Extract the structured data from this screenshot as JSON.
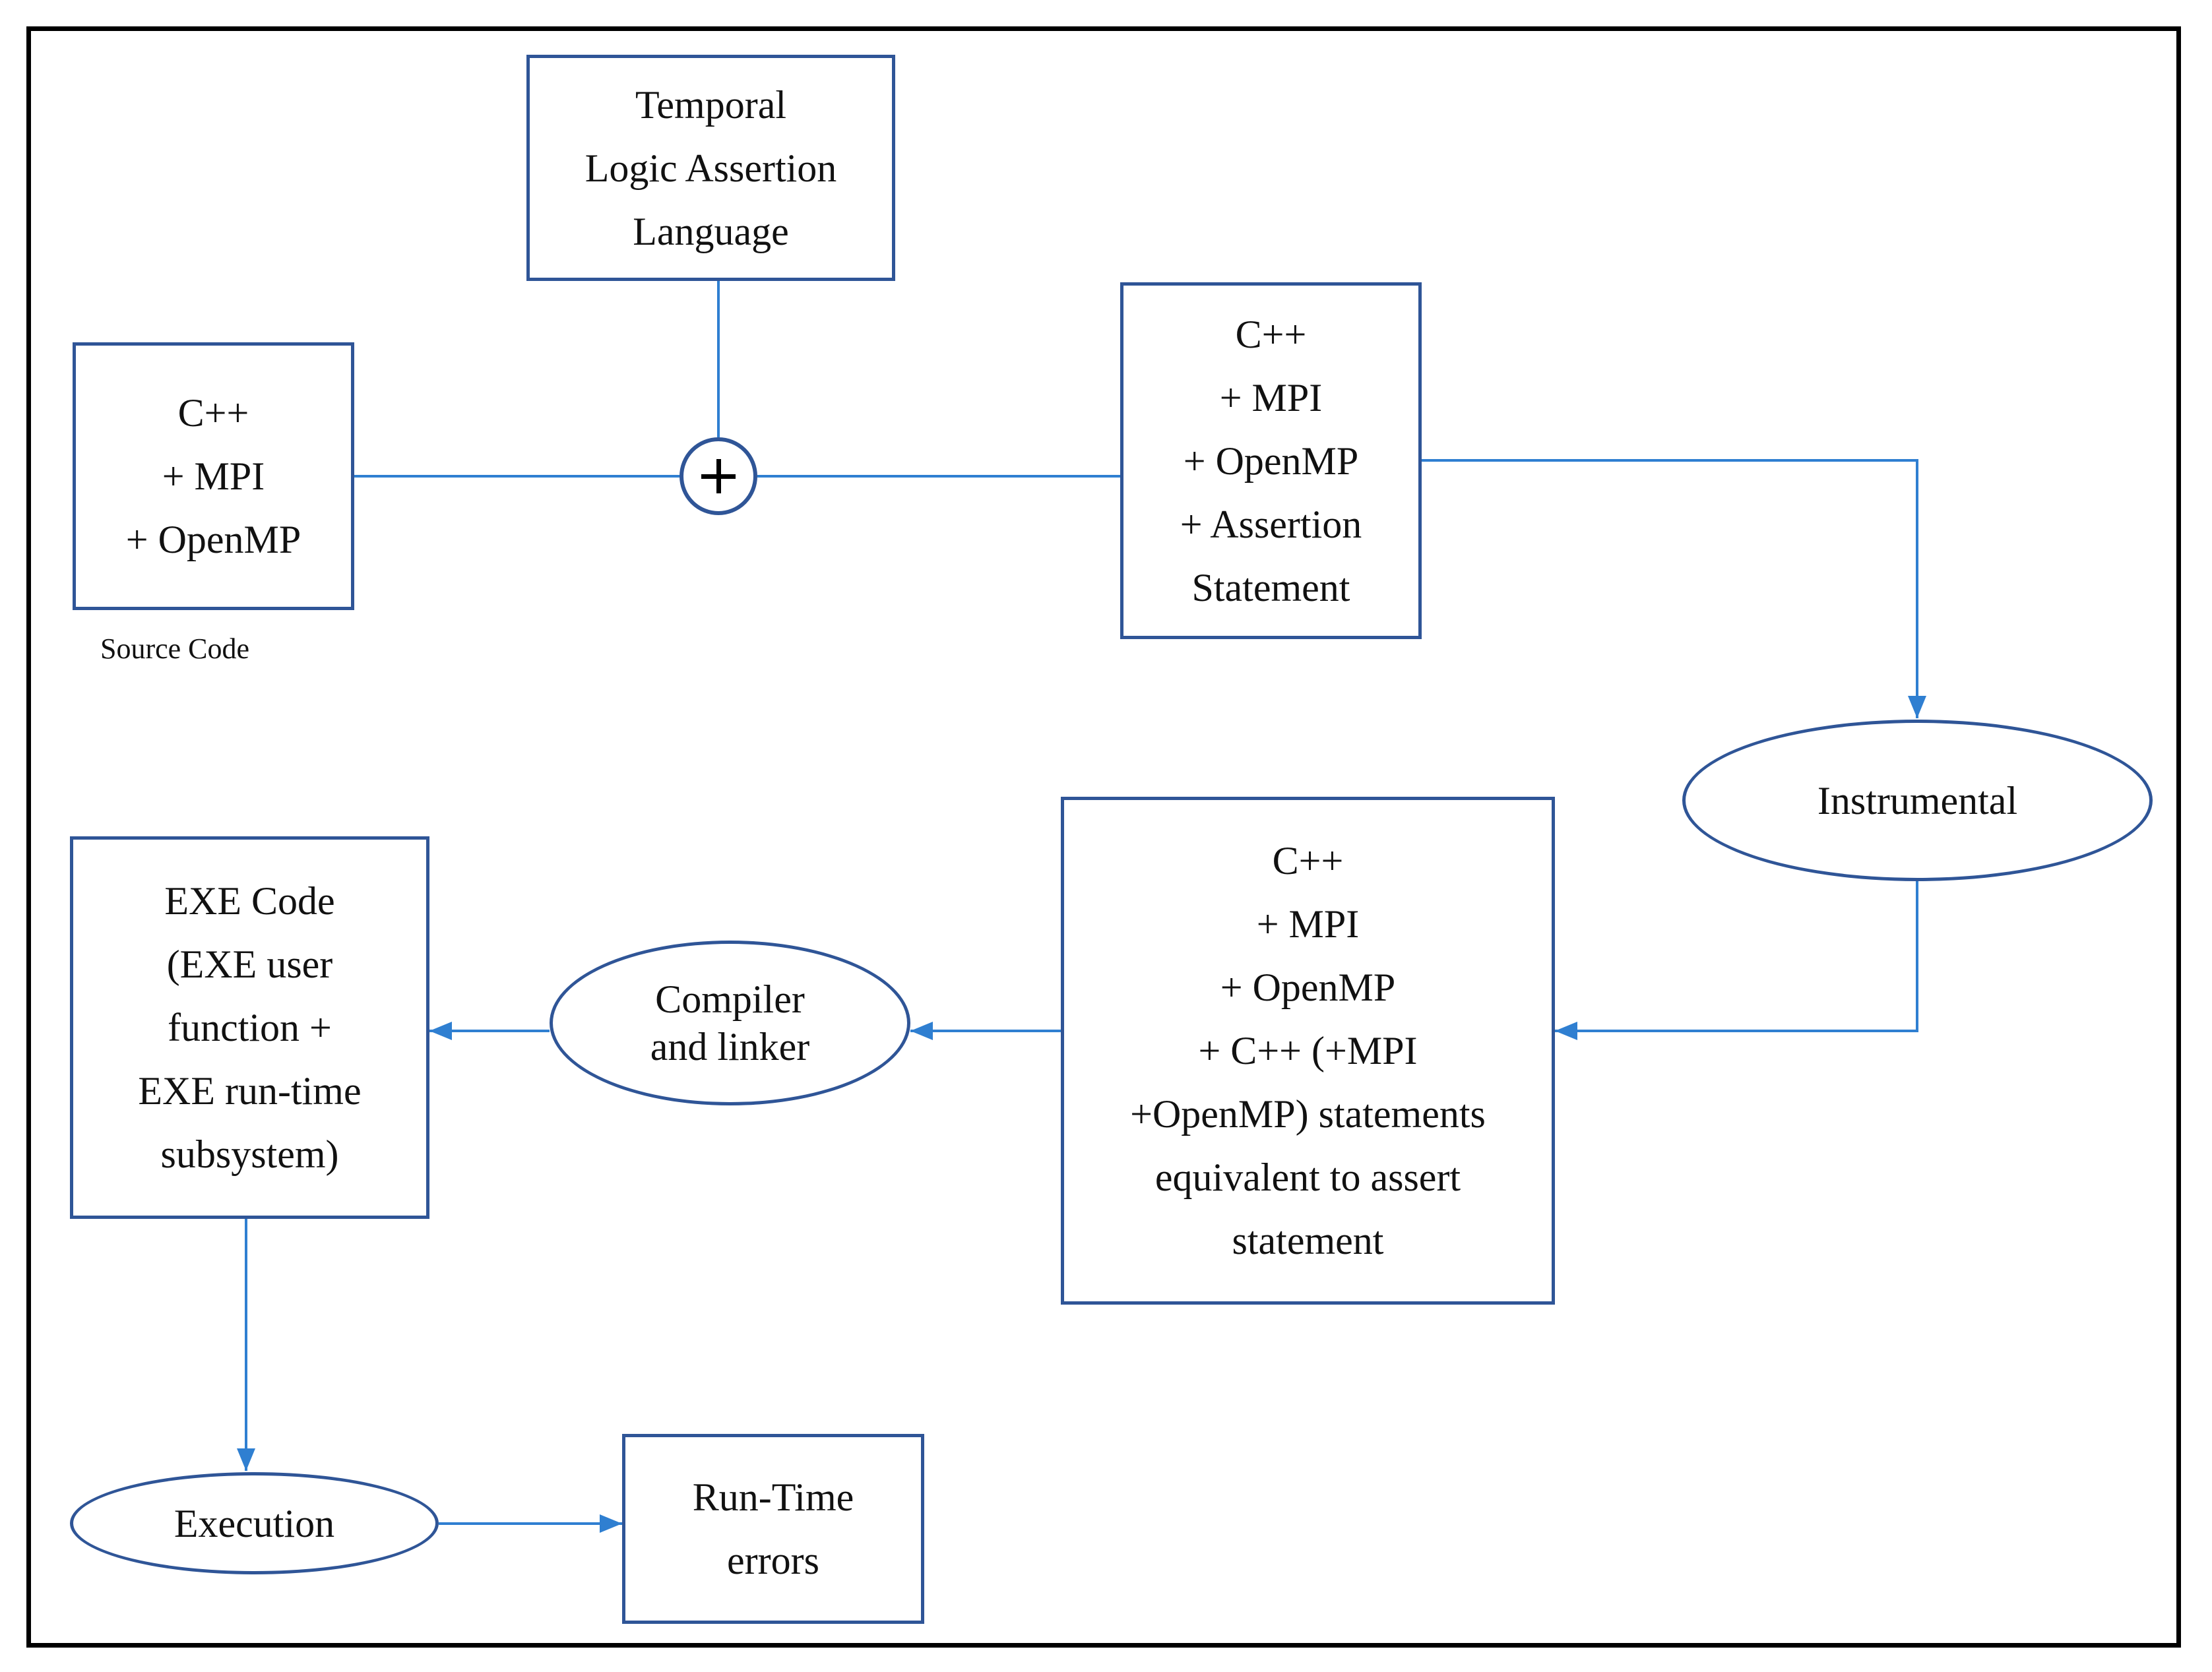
{
  "nodes": {
    "temporal_logic": [
      "Temporal",
      "Logic Assertion",
      "Language"
    ],
    "source_code": [
      "C++",
      "+ MPI",
      "+ OpenMP"
    ],
    "source_code_caption": "Source Code",
    "asserted_code": [
      "C++",
      "+ MPI",
      "+ OpenMP",
      "+ Assertion",
      "Statement"
    ],
    "instrumental": "Instrumental",
    "instrumented_code": [
      "C++",
      "+ MPI",
      "+ OpenMP",
      "+ C++ (+MPI",
      "+OpenMP) statements",
      "equivalent to assert",
      "statement"
    ],
    "compiler": [
      "Compiler",
      "and linker"
    ],
    "exe_code": [
      "EXE Code",
      "(EXE user",
      "function +",
      "EXE run-time",
      "subsystem)"
    ],
    "execution": "Execution",
    "runtime_errors": [
      "Run-Time",
      "errors"
    ]
  },
  "colors": {
    "box_border": "#2f5597",
    "connector": "#2f7fd1",
    "frame": "#000000"
  },
  "icons": {
    "combine": "plus-circle-icon"
  }
}
